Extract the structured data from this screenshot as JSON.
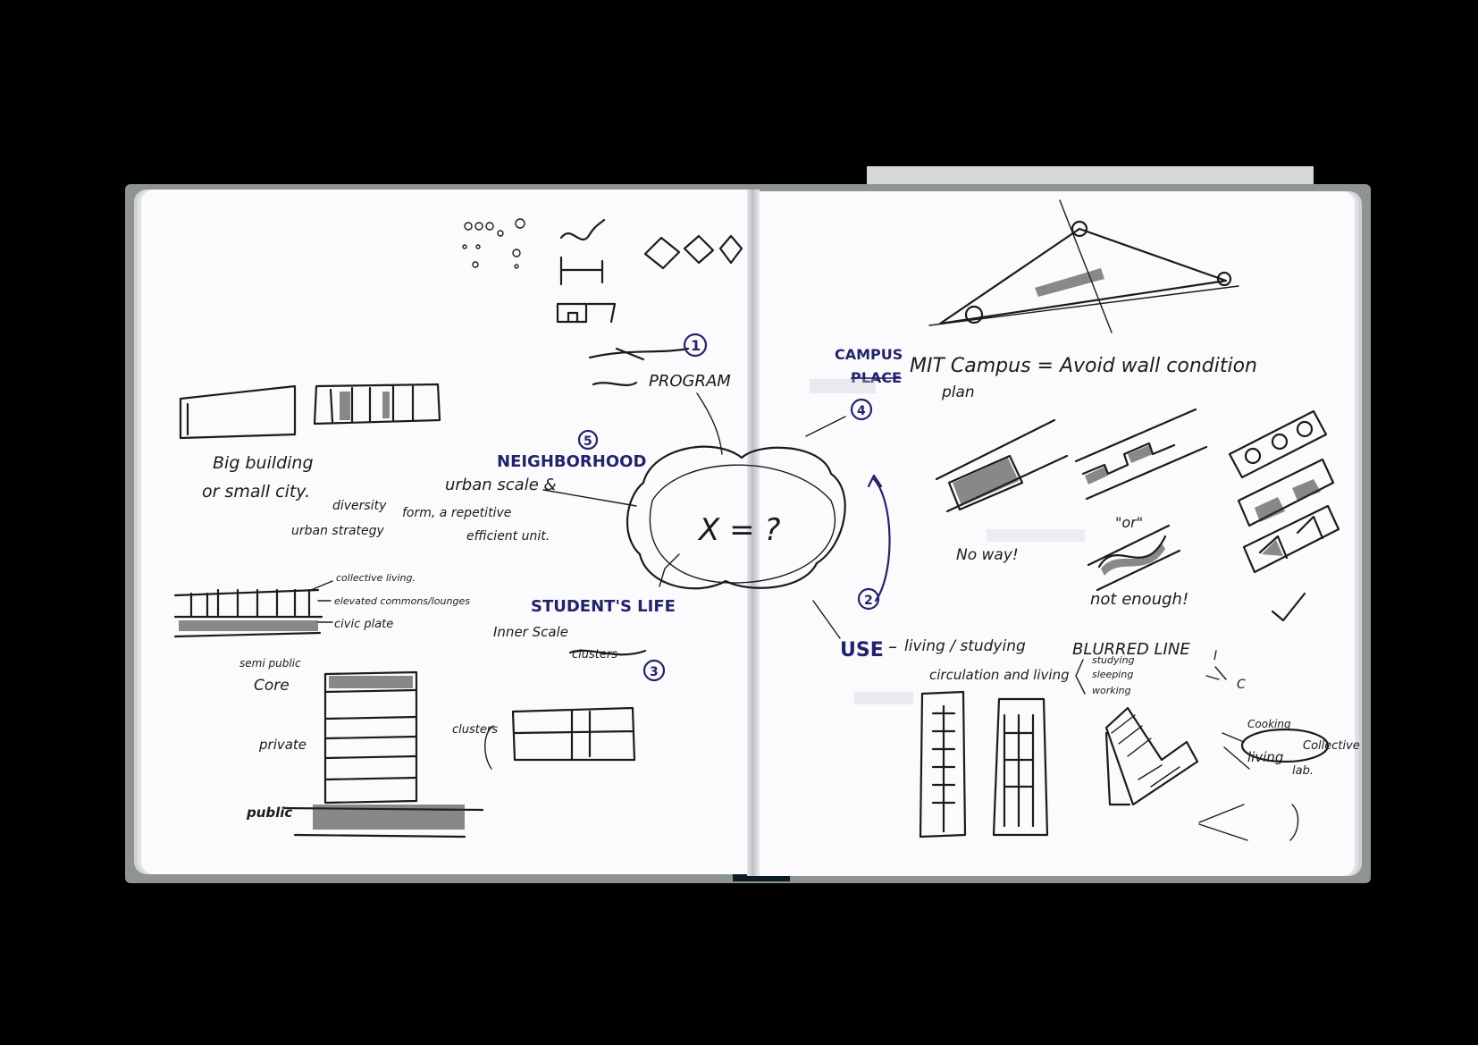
{
  "left_page": {
    "notes": {
      "big_building": "Big building",
      "small_city": "or small city.",
      "urban_strategy": "urban strategy",
      "diversity": "diversity",
      "form_repetition": "form, a repetitive",
      "efficient_unit": "efficient unit.",
      "urban_scale": "urban scale &",
      "neighborhood": "NEIGHBORHOOD",
      "neighborhood_num": "5",
      "program": "PROGRAM",
      "program_num": "1",
      "students_life": "STUDENT'S LIFE",
      "students_life_num": "3",
      "inner_scale": "Inner Scale",
      "collective_living": "collective living.",
      "elevated_commons": "elevated commons/lounges",
      "civic_plate": "civic plate",
      "semi_public": "semi public",
      "core": "Core",
      "private": "private",
      "public": "public",
      "clusters": "clusters",
      "x_equals": "X = ?"
    }
  },
  "right_page": {
    "notes": {
      "campus": "CAMPUS",
      "place": "PLACE",
      "campus_num": "4",
      "mit_campus": "MIT Campus = Avoid wall condition",
      "plan": "plan",
      "no_way": "No way!",
      "or": "\"or\"",
      "not_enough": "not enough!",
      "use": "USE",
      "use_dash": "–",
      "use_num": "2",
      "studying_line": "living / studying",
      "blurred_line": "BLURRED LINE",
      "circulation": "circulation and living",
      "studying": "studying",
      "sleeping": "sleeping",
      "working": "working",
      "i_label": "I",
      "c_label": "C",
      "cooking": "Cooking",
      "collective": "Collective",
      "living": "living",
      "lab": "lab."
    }
  }
}
